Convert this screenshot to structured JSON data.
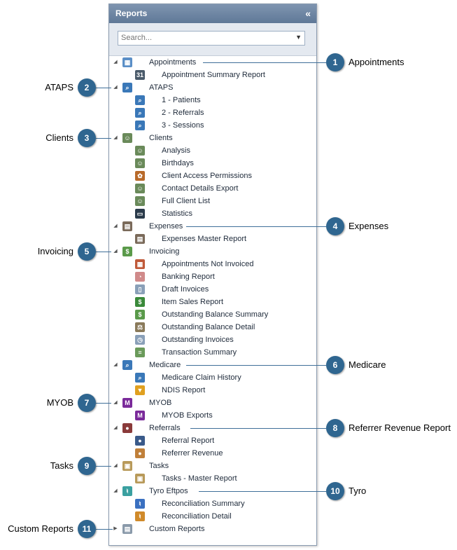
{
  "panel": {
    "title": "Reports",
    "collapse_glyph": "«"
  },
  "search": {
    "placeholder": "Search..."
  },
  "tree": [
    {
      "label": "Appointments",
      "level": 1,
      "icon": "calendar-icon",
      "color": "#5b8fc7"
    },
    {
      "label": "Appointment Summary Report",
      "level": 2,
      "icon": "calendar-31-icon",
      "color": "#4a5a6a"
    },
    {
      "label": "ATAPS",
      "level": 1,
      "icon": "search-report-icon",
      "color": "#3a78b8"
    },
    {
      "label": "1 - Patients",
      "level": 2,
      "icon": "search-report-icon",
      "color": "#3a78b8"
    },
    {
      "label": "2 - Referrals",
      "level": 2,
      "icon": "search-report-icon",
      "color": "#3a78b8"
    },
    {
      "label": "3 - Sessions",
      "level": 2,
      "icon": "search-report-icon",
      "color": "#3a78b8"
    },
    {
      "label": "Clients",
      "level": 1,
      "icon": "clients-icon",
      "color": "#6a8a5a"
    },
    {
      "label": "Analysis",
      "level": 2,
      "icon": "clients-analysis-icon",
      "color": "#6a8a5a"
    },
    {
      "label": "Birthdays",
      "level": 2,
      "icon": "clients-icon",
      "color": "#6a8a5a"
    },
    {
      "label": "Client Access Permissions",
      "level": 2,
      "icon": "permissions-icon",
      "color": "#b86a2a"
    },
    {
      "label": "Contact Details Export",
      "level": 2,
      "icon": "clients-export-icon",
      "color": "#6a8a5a"
    },
    {
      "label": "Full Client List",
      "level": 2,
      "icon": "clients-icon",
      "color": "#6a8a5a"
    },
    {
      "label": "Statistics",
      "level": 2,
      "icon": "monitor-icon",
      "color": "#2a3a4a"
    },
    {
      "label": "Expenses",
      "level": 1,
      "icon": "expenses-icon",
      "color": "#7a6a5a"
    },
    {
      "label": "Expenses Master Report",
      "level": 2,
      "icon": "expenses-icon",
      "color": "#7a6a5a"
    },
    {
      "label": "Invoicing",
      "level": 1,
      "icon": "invoicing-icon",
      "color": "#5a9a4a"
    },
    {
      "label": "Appointments Not Invoiced",
      "level": 2,
      "icon": "calendar-icon",
      "color": "#c05a3a"
    },
    {
      "label": "Banking Report",
      "level": 2,
      "icon": "piggy-bank-icon",
      "color": "#d08a8a"
    },
    {
      "label": "Draft Invoices",
      "level": 2,
      "icon": "document-icon",
      "color": "#8aa0b8"
    },
    {
      "label": "Item Sales Report",
      "level": 2,
      "icon": "dollar-icon",
      "color": "#3a8a3a"
    },
    {
      "label": "Outstanding Balance Summary",
      "level": 2,
      "icon": "balance-icon",
      "color": "#5a9a4a"
    },
    {
      "label": "Outstanding Balance Detail",
      "level": 2,
      "icon": "scales-icon",
      "color": "#8a7a5a"
    },
    {
      "label": "Outstanding Invoices",
      "level": 2,
      "icon": "document-clock-icon",
      "color": "#8aa0b8"
    },
    {
      "label": "Transaction Summary",
      "level": 2,
      "icon": "transaction-icon",
      "color": "#6a9a5a"
    },
    {
      "label": "Medicare",
      "level": 1,
      "icon": "search-report-icon",
      "color": "#3a78b8"
    },
    {
      "label": "Medicare Claim History",
      "level": 2,
      "icon": "search-report-icon",
      "color": "#3a78b8"
    },
    {
      "label": "NDIS Report",
      "level": 2,
      "icon": "filter-icon",
      "color": "#e0a020"
    },
    {
      "label": "MYOB",
      "level": 1,
      "icon": "myob-icon",
      "color": "#7a2a9a"
    },
    {
      "label": "MYOB Exports",
      "level": 2,
      "icon": "myob-icon",
      "color": "#7a2a9a"
    },
    {
      "label": "Referrals",
      "level": 1,
      "icon": "person-icon",
      "color": "#8a3a3a"
    },
    {
      "label": "Referral Report",
      "level": 2,
      "icon": "person-icon",
      "color": "#3a5a8a"
    },
    {
      "label": "Referrer Revenue",
      "level": 2,
      "icon": "people-icon",
      "color": "#c0803a"
    },
    {
      "label": "Tasks",
      "level": 1,
      "icon": "tasks-icon",
      "color": "#b89a5a"
    },
    {
      "label": "Tasks - Master Report",
      "level": 2,
      "icon": "tasks-icon",
      "color": "#b89a5a"
    },
    {
      "label": "Tyro Eftpos",
      "level": 1,
      "icon": "tyro-icon",
      "color": "#3aa0a0"
    },
    {
      "label": "Reconciliation Summary",
      "level": 2,
      "icon": "tyro-icon",
      "color": "#3a70c0"
    },
    {
      "label": "Reconciliation Detail",
      "level": 2,
      "icon": "tyro-icon",
      "color": "#d08a2a"
    },
    {
      "label": "Custom Reports",
      "level": 1,
      "icon": "custom-report-icon",
      "color": "#8a9aaa",
      "collapsed": true
    }
  ],
  "callouts": [
    {
      "number": "1",
      "label": "Appointments",
      "side": "right",
      "row": 0
    },
    {
      "number": "2",
      "label": "ATAPS",
      "side": "left",
      "row": 2
    },
    {
      "number": "3",
      "label": "Clients",
      "side": "left",
      "row": 6
    },
    {
      "number": "4",
      "label": "Expenses",
      "side": "right",
      "row": 13
    },
    {
      "number": "5",
      "label": "Invoicing",
      "side": "left",
      "row": 15
    },
    {
      "number": "6",
      "label": "Medicare",
      "side": "right",
      "row": 24
    },
    {
      "number": "7",
      "label": "MYOB",
      "side": "left",
      "row": 27
    },
    {
      "number": "8",
      "label": "Referrer Revenue Report",
      "side": "right",
      "row": 29
    },
    {
      "number": "9",
      "label": "Tasks",
      "side": "left",
      "row": 32
    },
    {
      "number": "10",
      "label": "Tyro",
      "side": "right",
      "row": 34
    },
    {
      "number": "11",
      "label": "Custom Reports",
      "side": "left",
      "row": 37
    }
  ]
}
